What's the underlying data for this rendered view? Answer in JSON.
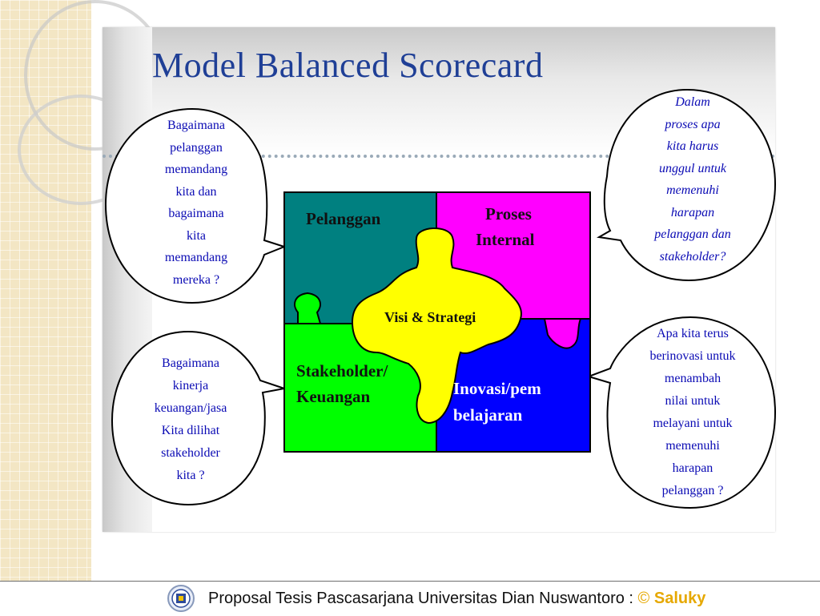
{
  "slide": {
    "title": "Model Balanced Scorecard"
  },
  "quadrants": {
    "top_left": {
      "label": "Pelanggan",
      "color": "#008080"
    },
    "top_right": {
      "label_line1": "Proses",
      "label_line2": "Internal",
      "color": "#ff00ff"
    },
    "bottom_left": {
      "label_line1": "Stakeholder/",
      "label_line2": "Keuangan",
      "color": "#00ff00"
    },
    "bottom_right": {
      "label_line1": "Inovasi/pem",
      "label_line2": "belajaran",
      "color": "#0000ff"
    },
    "center": {
      "label": "Visi & Strategi",
      "color": "#ffff00"
    }
  },
  "bubbles": {
    "top_left": [
      "Bagaimana",
      "pelanggan",
      "memandang",
      "kita dan",
      "bagaimana",
      "kita",
      "memandang",
      "mereka ?"
    ],
    "top_right": [
      "Dalam",
      "proses apa",
      "kita harus",
      "unggul untuk",
      "memenuhi",
      "harapan",
      "pelanggan dan",
      "stakeholder?"
    ],
    "bottom_left": [
      "Bagaimana",
      "kinerja",
      "keuangan/jasa",
      "Kita dilihat",
      "stakeholder",
      "kita ?"
    ],
    "bottom_right": [
      "Apa kita terus",
      "berinovasi untuk",
      "menambah",
      "nilai untuk",
      "melayani untuk",
      "memenuhi",
      "harapan",
      "pelanggan ?"
    ]
  },
  "footer": {
    "text": "Proposal Tesis Pascasarjana Universitas Dian Nuswantoro : ",
    "copyright_symbol": "©",
    "author": "Saluky",
    "logo_icon": "university-seal-icon"
  }
}
